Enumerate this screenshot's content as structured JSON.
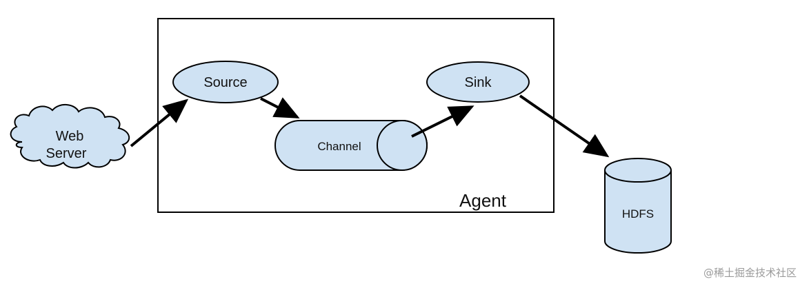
{
  "nodes": {
    "web_server": {
      "lines": [
        "Web",
        "Server"
      ]
    },
    "source": {
      "label": "Source"
    },
    "channel": {
      "label": "Channel"
    },
    "sink": {
      "label": "Sink"
    },
    "hdfs": {
      "label": "HDFS"
    }
  },
  "agent": {
    "label": "Agent"
  },
  "colors": {
    "node_fill": "#cfe2f3",
    "stroke": "#000000"
  },
  "watermark": "@稀土掘金技术社区"
}
